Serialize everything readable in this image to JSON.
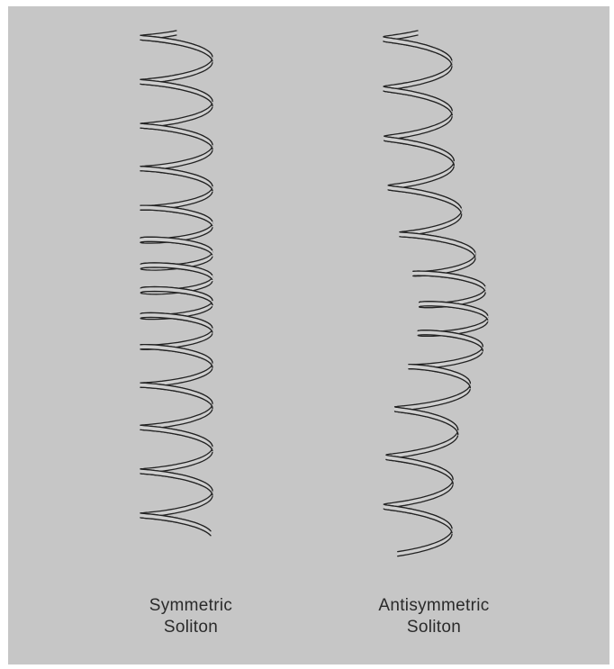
{
  "figure": {
    "left_label": {
      "line1": "Symmetric",
      "line2": "Soliton"
    },
    "right_label": {
      "line1": "Antisymmetric",
      "line2": "Soliton"
    }
  },
  "colors": {
    "background": "#c6c6c6",
    "ribbon_fill": "#cfcfcf",
    "ribbon_stroke": "#222222"
  }
}
